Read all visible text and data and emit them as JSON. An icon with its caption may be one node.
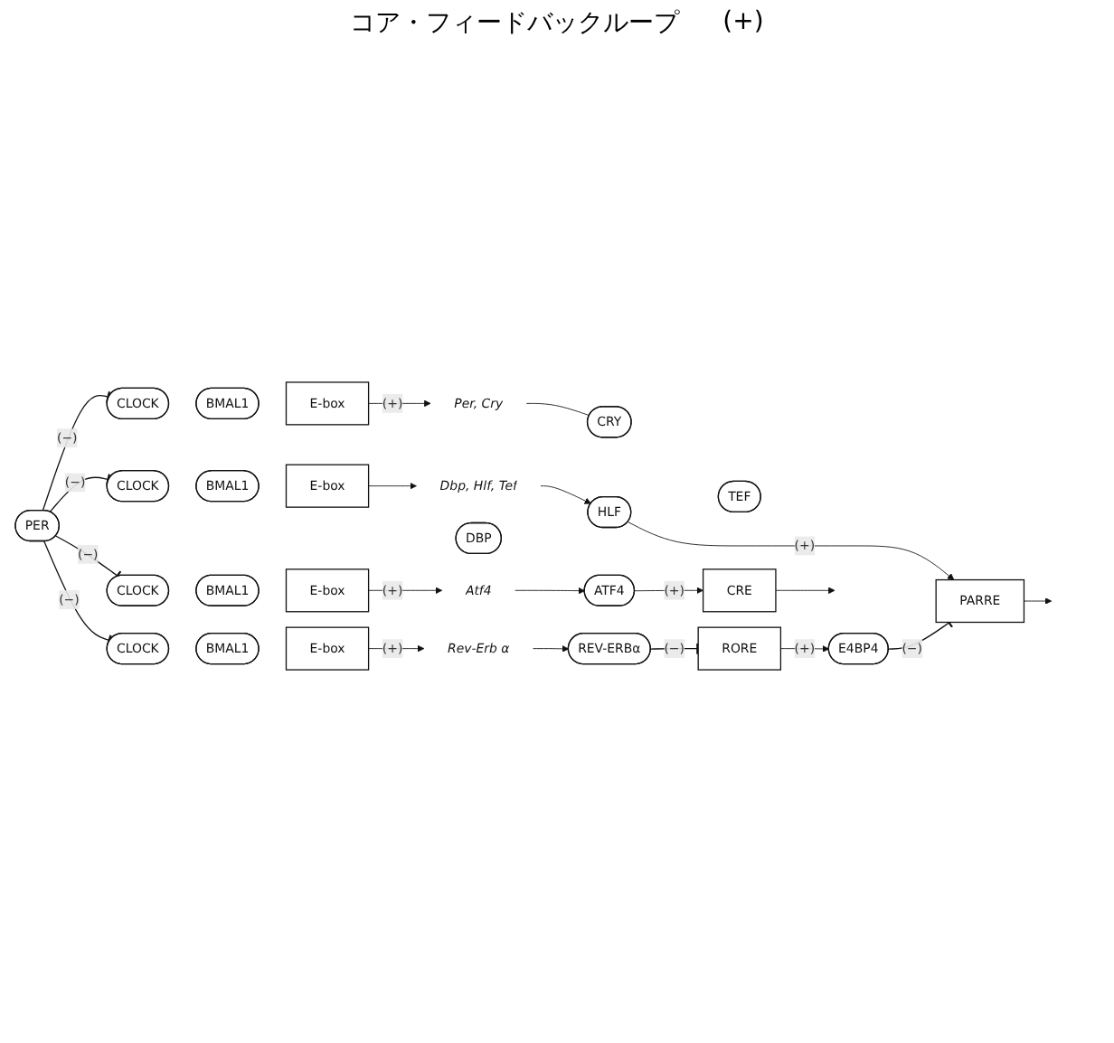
{
  "diagram": {
    "nodes": [
      {
        "text": [
          "CLOCK"
        ]
      },
      {
        "text": [
          "BMAL1"
        ]
      },
      {
        "text": [
          "E-box"
        ]
      },
      {
        "text": [
          "Per, Cry"
        ]
      },
      {
        "text": [
          "PER"
        ]
      },
      {
        "text": [
          "CRY"
        ]
      },
      {
        "text": [
          "CLOCK"
        ]
      },
      {
        "text": [
          "BMAL1"
        ]
      },
      {
        "text": [
          "E-box"
        ]
      },
      {
        "text": [
          "Dbp, Hlf, Tef"
        ]
      },
      {
        "text": [
          "DBP"
        ]
      },
      {
        "text": [
          "HLF"
        ]
      },
      {
        "text": [
          "TEF"
        ]
      },
      {
        "text": [
          "PARRE"
        ]
      },
      {
        "text": [
          "CLOCK"
        ]
      },
      {
        "text": [
          "BMAL1"
        ]
      },
      {
        "text": [
          "E-box"
        ]
      },
      {
        "text": [
          "Rev-Erb α"
        ]
      },
      {
        "text": [
          "REV-ERBα"
        ]
      },
      {
        "text": [
          "RORE"
        ]
      },
      {
        "text": [
          "E4BP4"
        ]
      },
      {
        "text": [
          "CLOCK"
        ]
      },
      {
        "text": [
          "BMAL1"
        ]
      },
      {
        "text": [
          "E-box"
        ]
      },
      {
        "text": [
          "Atf4"
        ]
      },
      {
        "text": [
          "ATF4"
        ]
      },
      {
        "text": [
          "CRE"
        ]
      }
    ],
    "edges": [
      {
        "from": 2,
        "to": 3,
        "arrow": "to",
        "label": "(+)"
      },
      {
        "from": 3,
        "to": 5,
        "arrow": "none"
      },
      {
        "from": 4,
        "to": 0,
        "arrow": "other",
        "label": "(−)"
      },
      {
        "from": 4,
        "to": 6,
        "arrow": "other",
        "label": "(−)"
      },
      {
        "from": 4,
        "to": 14,
        "arrow": "other",
        "label": "(−)"
      },
      {
        "from": 4,
        "to": 21,
        "arrow": "other",
        "label": "(−)"
      },
      {
        "from": 8,
        "to": 9,
        "arrow": "to"
      },
      {
        "from": 9,
        "to": 11,
        "arrow": "to"
      },
      {
        "from": 11,
        "to": 13,
        "arrow": "to",
        "label": "(+)"
      },
      {
        "from": 13,
        "to": null,
        "arrow": "to"
      },
      {
        "from": 16,
        "to": 17,
        "arrow": "to",
        "label": "(+)"
      },
      {
        "from": 17,
        "to": 18,
        "arrow": "to"
      },
      {
        "from": 18,
        "to": 19,
        "arrow": "other",
        "label": "(−)"
      },
      {
        "from": 19,
        "to": 20,
        "arrow": "to",
        "label": "(+)"
      },
      {
        "from": 20,
        "to": 13,
        "arrow": "other",
        "label": "(−)"
      },
      {
        "from": 23,
        "to": 24,
        "arrow": "to",
        "label": "(+)"
      },
      {
        "from": 24,
        "to": 25,
        "arrow": "to"
      },
      {
        "from": 25,
        "to": 26,
        "arrow": "to",
        "label": "(+)"
      },
      {
        "from": 26,
        "to": null,
        "arrow": "to"
      }
    ],
    "labels": [
      "コア・フィードバックループ",
      "(+)"
    ]
  }
}
